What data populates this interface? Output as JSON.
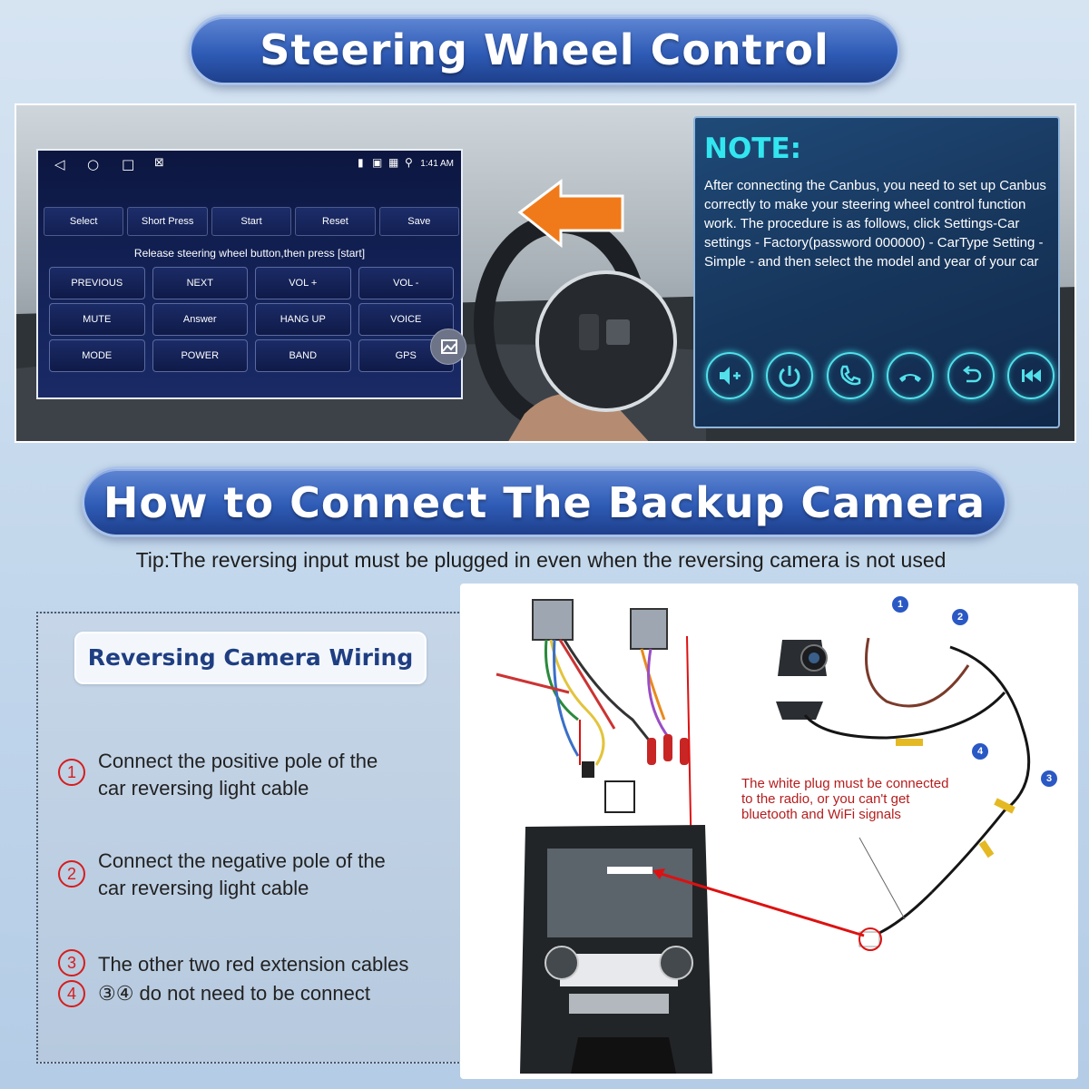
{
  "header1": {
    "title": "Steering Wheel Control"
  },
  "screen": {
    "time": "1:41 AM",
    "top_buttons": [
      "Select",
      "Short Press",
      "Start",
      "Reset",
      "Save"
    ],
    "instruction": "Release steering wheel button,then press [start]",
    "grid_buttons": [
      "PREVIOUS",
      "NEXT",
      "VOL +",
      "VOL -",
      "MUTE",
      "Answer",
      "HANG UP",
      "VOICE",
      "MODE",
      "POWER",
      "BAND",
      "GPS"
    ]
  },
  "note": {
    "title": "NOTE:",
    "body": "After connecting the Canbus, you need to set up Canbus correctly to make your steering wheel control function work. The procedure is as follows, click Settings-Car settings - Factory(password 000000) - CarType Setting - Simple - and then select the model and year of your car",
    "icons": [
      "volume-up-icon",
      "power-icon",
      "phone-answer-icon",
      "phone-hangup-icon",
      "back-icon",
      "previous-track-icon"
    ]
  },
  "header2": {
    "title": "How to Connect The Backup Camera"
  },
  "tip": "Tip:The reversing input must be plugged in even when the reversing camera is not used",
  "wiring": {
    "title": "Reversing Camera Wiring",
    "steps": [
      {
        "num": "1",
        "line1": "Connect the positive  pole of the",
        "line2": "car reversing light cable"
      },
      {
        "num": "2",
        "line1": "Connect the negative pole of the",
        "line2": "car reversing light cable"
      },
      {
        "num": "3",
        "line1": "The other two red extension cables",
        "num2": "4",
        "line2": "③④ do not need to be connect"
      }
    ]
  },
  "diagram": {
    "plug_note_1": "The white plug must be connected",
    "plug_note_2": "to the radio, or you can't get",
    "plug_note_3": "bluetooth and WiFi signals",
    "badges": [
      "1",
      "2",
      "3",
      "4"
    ]
  },
  "colors": {
    "accent": "#2f5cb6",
    "note_title": "#32e6f0",
    "warning": "#d61d1d"
  }
}
